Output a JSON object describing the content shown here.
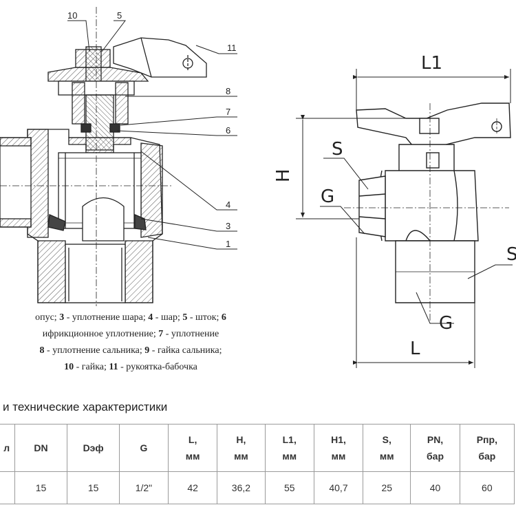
{
  "callouts": {
    "c10": "10",
    "c5": "5",
    "c11": "11",
    "c8": "8",
    "c7": "7",
    "c6": "6",
    "c4": "4",
    "c3": "3",
    "c1": "1"
  },
  "dimensions": {
    "L1": "L1",
    "H": "H",
    "S_top": "S",
    "G_left": "G",
    "S_right": "S",
    "G_bottom": "G",
    "L": "L"
  },
  "legend": {
    "line1": [
      {
        "t": "опус; ",
        "b": false
      },
      {
        "t": "3",
        "b": true
      },
      {
        "t": " - уплотнение шара; ",
        "b": false
      },
      {
        "t": "4",
        "b": true
      },
      {
        "t": " - шар; ",
        "b": false
      },
      {
        "t": "5",
        "b": true
      },
      {
        "t": " - шток; ",
        "b": false
      },
      {
        "t": "6",
        "b": true
      }
    ],
    "line2": [
      {
        "t": "ифрикционное уплотнение; ",
        "b": false
      },
      {
        "t": "7",
        "b": true
      },
      {
        "t": " - уплотнение",
        "b": false
      }
    ],
    "line3": [
      {
        "t": "8",
        "b": true
      },
      {
        "t": " - уплотнение сальника; ",
        "b": false
      },
      {
        "t": "9",
        "b": true
      },
      {
        "t": " - гайка сальника;",
        "b": false
      }
    ],
    "line4": [
      {
        "t": "10",
        "b": true
      },
      {
        "t": " - гайка; ",
        "b": false
      },
      {
        "t": "11",
        "b": true
      },
      {
        "t": " - рукоятка-бабочка",
        "b": false
      }
    ]
  },
  "table_title": "и технические характеристики",
  "table": {
    "columns": [
      {
        "h1": "л",
        "h2": "",
        "w": 22
      },
      {
        "h1": "DN",
        "h2": "",
        "w": 78
      },
      {
        "h1": "Dэф",
        "h2": "",
        "w": 76
      },
      {
        "h1": "G",
        "h2": "",
        "w": 72
      },
      {
        "h1": "L,",
        "h2": "мм",
        "w": 72
      },
      {
        "h1": "H,",
        "h2": "мм",
        "w": 70
      },
      {
        "h1": "L1,",
        "h2": "мм",
        "w": 72
      },
      {
        "h1": "H1,",
        "h2": "мм",
        "w": 72
      },
      {
        "h1": "S,",
        "h2": "мм",
        "w": 70
      },
      {
        "h1": "PN,",
        "h2": "бар",
        "w": 72
      },
      {
        "h1": "Pпр,",
        "h2": "бар",
        "w": 80
      }
    ],
    "row": [
      "",
      "15",
      "15",
      "1/2\"",
      "42",
      "36,2",
      "55",
      "40,7",
      "25",
      "40",
      "60"
    ]
  }
}
